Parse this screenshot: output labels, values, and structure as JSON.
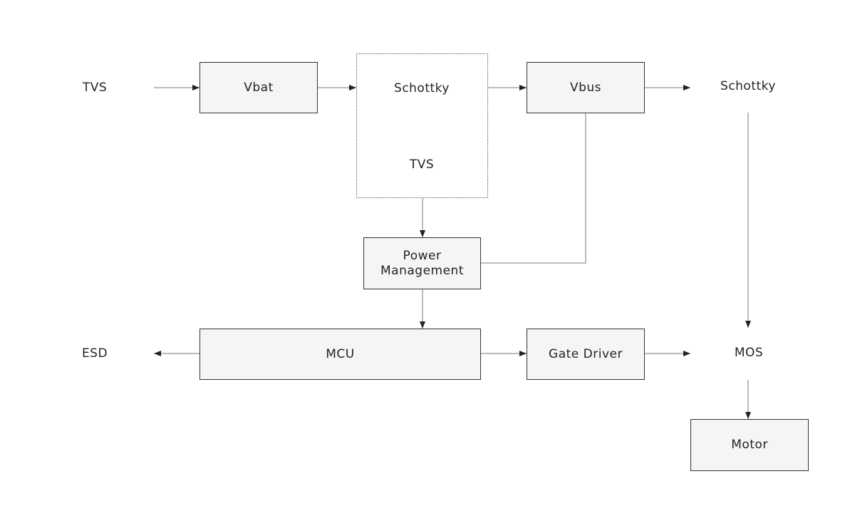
{
  "nodes": {
    "tvs_input": "TVS",
    "vbat": "Vbat",
    "protection_schottky": "Schottky",
    "protection_tvs": "TVS",
    "vbus": "Vbus",
    "schottky_out": "Schottky",
    "power_management_line1": "Power",
    "power_management_line2": "Management",
    "esd": "ESD",
    "mcu": "MCU",
    "gate_driver": "Gate Driver",
    "mos": "MOS",
    "motor": "Motor"
  }
}
